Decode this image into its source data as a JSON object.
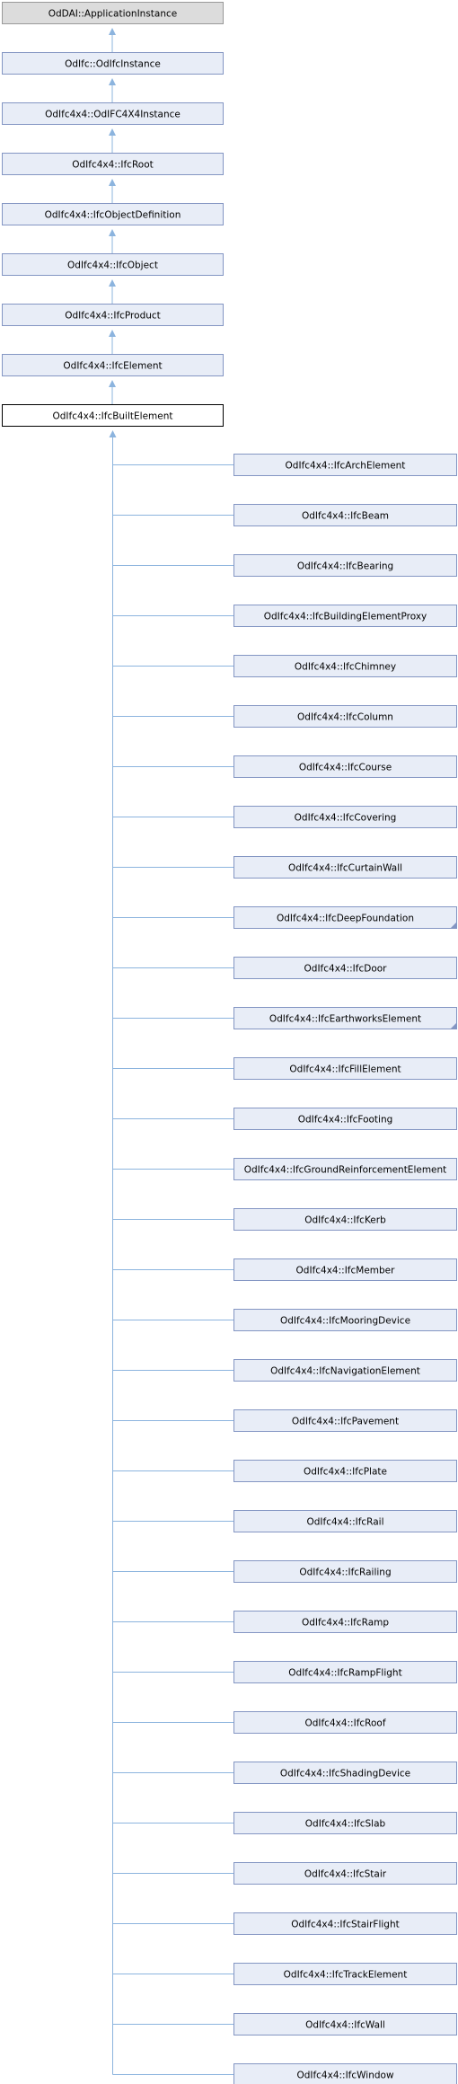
{
  "diagram": {
    "colors": {
      "box_fill": "#e8edf7",
      "box_stroke": "#8496c3",
      "root_fill": "#dcdcdc",
      "root_stroke": "#999999",
      "current_fill": "#ffffff",
      "current_stroke": "#000000",
      "edge": "#8cb4de"
    },
    "chain": [
      {
        "label": "OdDAI::ApplicationInstance",
        "style": "root"
      },
      {
        "label": "OdIfc::OdIfcInstance",
        "style": "normal"
      },
      {
        "label": "OdIfc4x4::OdIFC4X4Instance",
        "style": "normal"
      },
      {
        "label": "OdIfc4x4::IfcRoot",
        "style": "normal"
      },
      {
        "label": "OdIfc4x4::IfcObjectDefinition",
        "style": "normal"
      },
      {
        "label": "OdIfc4x4::IfcObject",
        "style": "normal"
      },
      {
        "label": "OdIfc4x4::IfcProduct",
        "style": "normal"
      },
      {
        "label": "OdIfc4x4::IfcElement",
        "style": "normal"
      },
      {
        "label": "OdIfc4x4::IfcBuiltElement",
        "style": "current"
      }
    ],
    "children": [
      {
        "label": "OdIfc4x4::IfcArchElement",
        "has_more": false
      },
      {
        "label": "OdIfc4x4::IfcBeam",
        "has_more": false
      },
      {
        "label": "OdIfc4x4::IfcBearing",
        "has_more": false
      },
      {
        "label": "OdIfc4x4::IfcBuildingElementProxy",
        "has_more": false
      },
      {
        "label": "OdIfc4x4::IfcChimney",
        "has_more": false
      },
      {
        "label": "OdIfc4x4::IfcColumn",
        "has_more": false
      },
      {
        "label": "OdIfc4x4::IfcCourse",
        "has_more": false
      },
      {
        "label": "OdIfc4x4::IfcCovering",
        "has_more": false
      },
      {
        "label": "OdIfc4x4::IfcCurtainWall",
        "has_more": false
      },
      {
        "label": "OdIfc4x4::IfcDeepFoundation",
        "has_more": true
      },
      {
        "label": "OdIfc4x4::IfcDoor",
        "has_more": false
      },
      {
        "label": "OdIfc4x4::IfcEarthworksElement",
        "has_more": true
      },
      {
        "label": "OdIfc4x4::IfcFillElement",
        "has_more": false
      },
      {
        "label": "OdIfc4x4::IfcFooting",
        "has_more": false
      },
      {
        "label": "OdIfc4x4::IfcGroundReinforcementElement",
        "has_more": false
      },
      {
        "label": "OdIfc4x4::IfcKerb",
        "has_more": false
      },
      {
        "label": "OdIfc4x4::IfcMember",
        "has_more": false
      },
      {
        "label": "OdIfc4x4::IfcMooringDevice",
        "has_more": false
      },
      {
        "label": "OdIfc4x4::IfcNavigationElement",
        "has_more": false
      },
      {
        "label": "OdIfc4x4::IfcPavement",
        "has_more": false
      },
      {
        "label": "OdIfc4x4::IfcPlate",
        "has_more": false
      },
      {
        "label": "OdIfc4x4::IfcRail",
        "has_more": false
      },
      {
        "label": "OdIfc4x4::IfcRailing",
        "has_more": false
      },
      {
        "label": "OdIfc4x4::IfcRamp",
        "has_more": false
      },
      {
        "label": "OdIfc4x4::IfcRampFlight",
        "has_more": false
      },
      {
        "label": "OdIfc4x4::IfcRoof",
        "has_more": false
      },
      {
        "label": "OdIfc4x4::IfcShadingDevice",
        "has_more": false
      },
      {
        "label": "OdIfc4x4::IfcSlab",
        "has_more": false
      },
      {
        "label": "OdIfc4x4::IfcStair",
        "has_more": false
      },
      {
        "label": "OdIfc4x4::IfcStairFlight",
        "has_more": false
      },
      {
        "label": "OdIfc4x4::IfcTrackElement",
        "has_more": false
      },
      {
        "label": "OdIfc4x4::IfcWall",
        "has_more": false
      },
      {
        "label": "OdIfc4x4::IfcWindow",
        "has_more": false
      }
    ]
  }
}
